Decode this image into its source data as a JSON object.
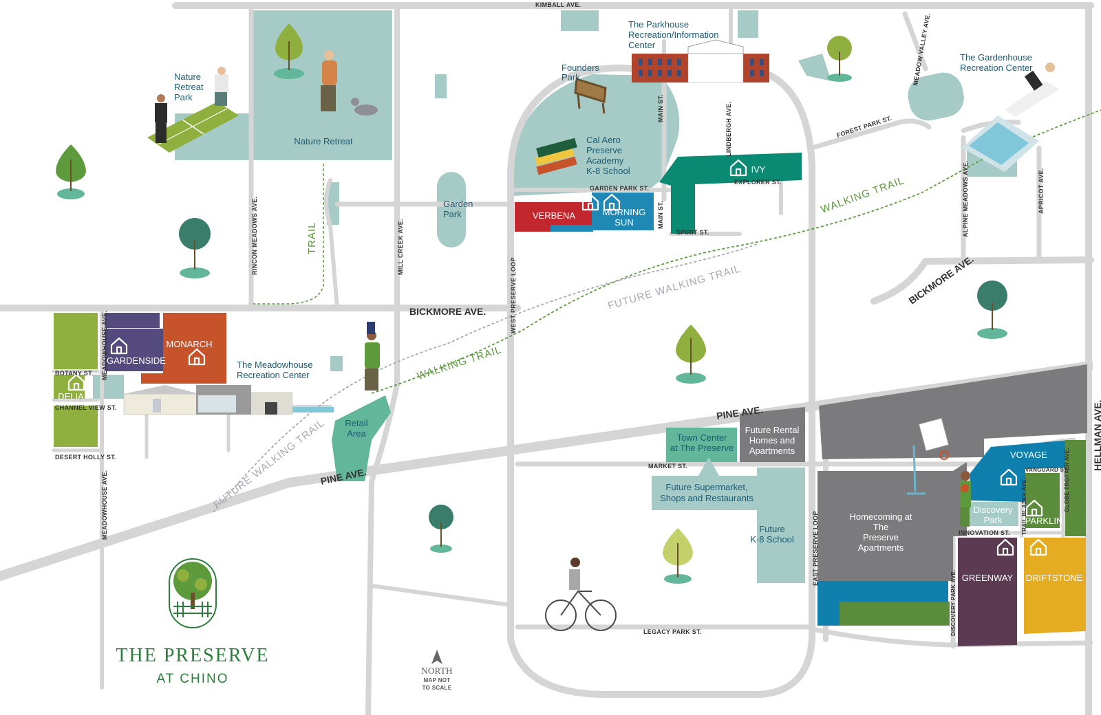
{
  "colors": {
    "road": "#d5d5d5",
    "park": "#a6cbc6",
    "teal_label": "#1b5b73",
    "verbena": "#c1272d",
    "morning_sun": "#1f88b5",
    "ivy": "#0a8a72",
    "gardenside": "#544a7e",
    "monarch": "#c7532a",
    "delia": "#8fb03e",
    "homecoming": "#7b7b7e",
    "voyage": "#0f80ad",
    "parklin": "#5a8c3c",
    "greenway": "#5b3a52",
    "driftstone": "#e6ac21",
    "town_center": "#62b69a",
    "walking_trail": "#5c9a3b",
    "future_trail": "#a9a9b4",
    "logo_green": "#2a7d3a"
  },
  "streets": {
    "kimball": "KIMBALL AVE.",
    "bickmore_w": "BICKMORE AVE.",
    "bickmore_e": "BICKMORE AVE.",
    "pine_w": "PINE AVE.",
    "pine_e": "PINE AVE.",
    "hellman": "HELLMAN AVE.",
    "rincon": "RINCON MEADOWS AVE.",
    "mill_creek": "MILL CREEK AVE.",
    "west_loop": "WEST PRESERVE LOOP",
    "east_loop": "EAST PRESERVE LOOP",
    "main_st_1": "MAIN ST.",
    "main_st_2": "MAIN ST.",
    "lindbergh": "LINDBERGH AVE.",
    "forest_park": "FOREST PARK ST.",
    "meadow_valley": "MEADOW VALLEY AVE.",
    "alpine": "ALPINE MEADOWS AVE.",
    "apricot": "APRICOT AVE.",
    "garden_park": "GARDEN PARK ST.",
    "explorer": "EXPLORER ST.",
    "spirit": "SPIRIT ST.",
    "meadowhouse_1": "MEADOWHOUSE AVE.",
    "meadowhouse_2": "MEADOWHOUSE AVE.",
    "botany": "BOTANY ST.",
    "channel_view": "CHANNEL VIEW ST.",
    "desert_holly": "DESERT HOLLY ST.",
    "market": "MARKET ST.",
    "legacy_park": "LEGACY PARK ST.",
    "vanguard": "VANGUARD ST.",
    "innovation": "INNOVATION ST.",
    "trail_blazer": "TRAIL BLAZER AVE.",
    "globe_trotter": "GLOBE TROTTER AVE.",
    "discovery_park_ave": "DISCOVERY PARK AVE."
  },
  "trails": {
    "trail": "TRAIL",
    "walking_1": "WALKING TRAIL",
    "walking_2": "WALKING TRAIL",
    "future_1": "FUTURE WALKING TRAIL",
    "future_2": "FUTURE WALKING TRAIL"
  },
  "places": {
    "nature_retreat_park": [
      "Nature",
      "Retreat",
      "Park"
    ],
    "nature_retreat": "Nature Retreat",
    "parkhouse": [
      "The Parkhouse",
      "Recreation/Information",
      "Center"
    ],
    "founders_park": [
      "Founders",
      "Park"
    ],
    "gardenhouse": [
      "The Gardenhouse",
      "Recreation Center"
    ],
    "cal_aero": [
      "Cal Aero",
      "Preserve",
      "Academy",
      "K-8 School"
    ],
    "garden_park": [
      "Garden",
      "Park"
    ],
    "meadowhouse": [
      "The Meadowhouse",
      "Recreation Center"
    ],
    "retail_area": [
      "Retail",
      "Area"
    ],
    "town_center": [
      "Town Center",
      "at The Preserve"
    ],
    "future_rental": [
      "Future Rental",
      "Homes and",
      "Apartments"
    ],
    "future_supermarket": [
      "Future Supermarket,",
      "Shops and Restaurants"
    ],
    "future_school": [
      "Future",
      "K-8 School"
    ],
    "homecoming": [
      "Homecoming at",
      "The",
      "Preserve",
      "Apartments"
    ],
    "discovery_park": [
      "Discovery",
      "Park"
    ]
  },
  "neighborhoods": {
    "verbena": "VERBENA",
    "morning_sun": [
      "MORNING",
      "SUN"
    ],
    "ivy": "IVY",
    "gardenside": "GARDENSIDE",
    "monarch": "MONARCH",
    "delia": "DELIA",
    "voyage": "VOYAGE",
    "parklin": "PARKLIN",
    "greenway": "GREENWAY",
    "driftstone": "DRIFTSTONE"
  },
  "logo": {
    "title": "THE PRESERVE",
    "subtitle": "AT CHINO"
  },
  "north": {
    "label": "NORTH",
    "note": [
      "MAP NOT",
      "TO SCALE"
    ]
  }
}
